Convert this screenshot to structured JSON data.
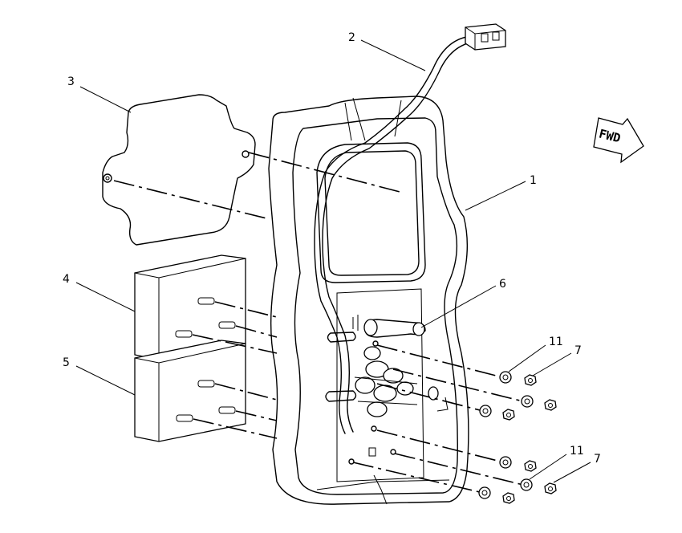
{
  "callouts": {
    "c1": "1",
    "c2": "2",
    "c3": "3",
    "c4": "4",
    "c5": "5",
    "c6": "6",
    "c11a": "11",
    "c7a": "7",
    "c11b": "11",
    "c7b": "7"
  },
  "direction_arrow": {
    "label": "FWD"
  }
}
